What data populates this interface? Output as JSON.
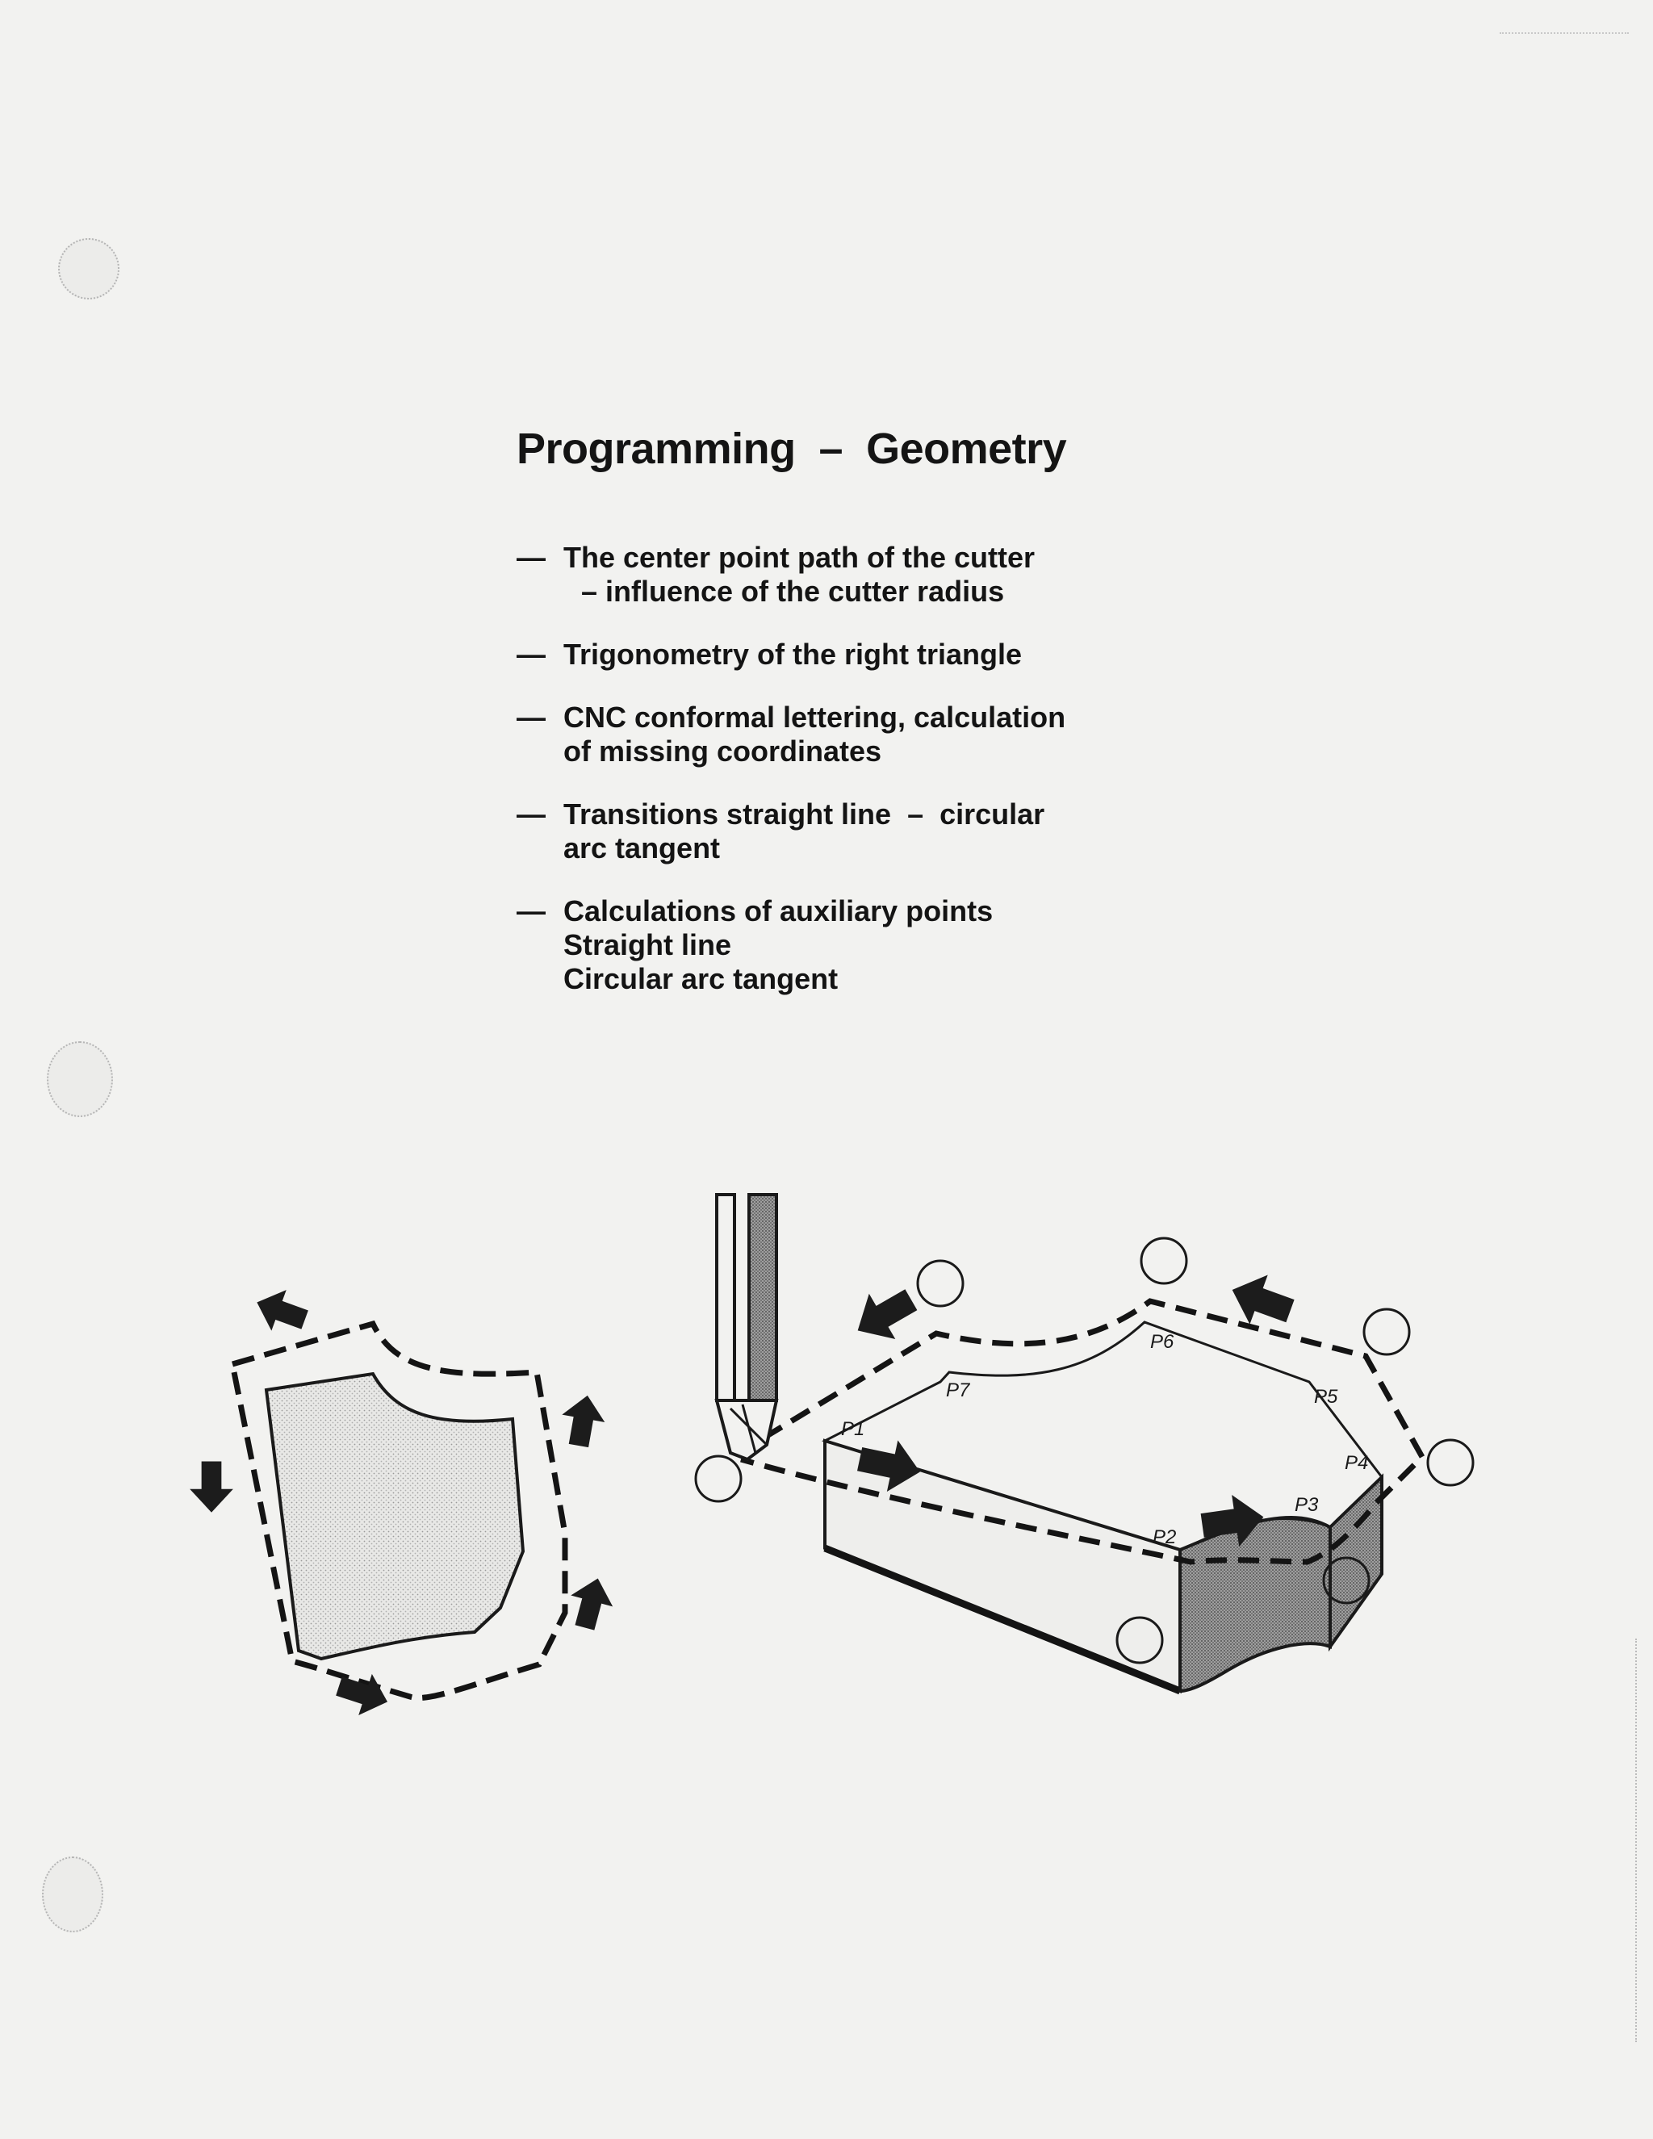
{
  "title": "Programming  –  Geometry",
  "bullets": [
    {
      "dash": "—",
      "lines": [
        "The center point path of the cutter",
        "– influence of the cutter radius"
      ]
    },
    {
      "dash": "—",
      "lines": [
        "Trigonometry of the right triangle"
      ]
    },
    {
      "dash": "—",
      "lines": [
        "CNC conformal lettering, calculation",
        "of missing coordinates"
      ]
    },
    {
      "dash": "—",
      "lines": [
        "Transitions straight line  –  circular",
        "arc tangent"
      ]
    },
    {
      "dash": "—",
      "lines": [
        "Calculations of auxiliary points",
        "Straight line",
        "Circular arc tangent"
      ]
    }
  ],
  "figure": {
    "point_labels": [
      "P1",
      "P2",
      "P3",
      "P4",
      "P5",
      "P6",
      "P7"
    ]
  },
  "colors": {
    "ink": "#141414",
    "paper": "#f2f2f0",
    "shade": "#bdbdbd"
  }
}
